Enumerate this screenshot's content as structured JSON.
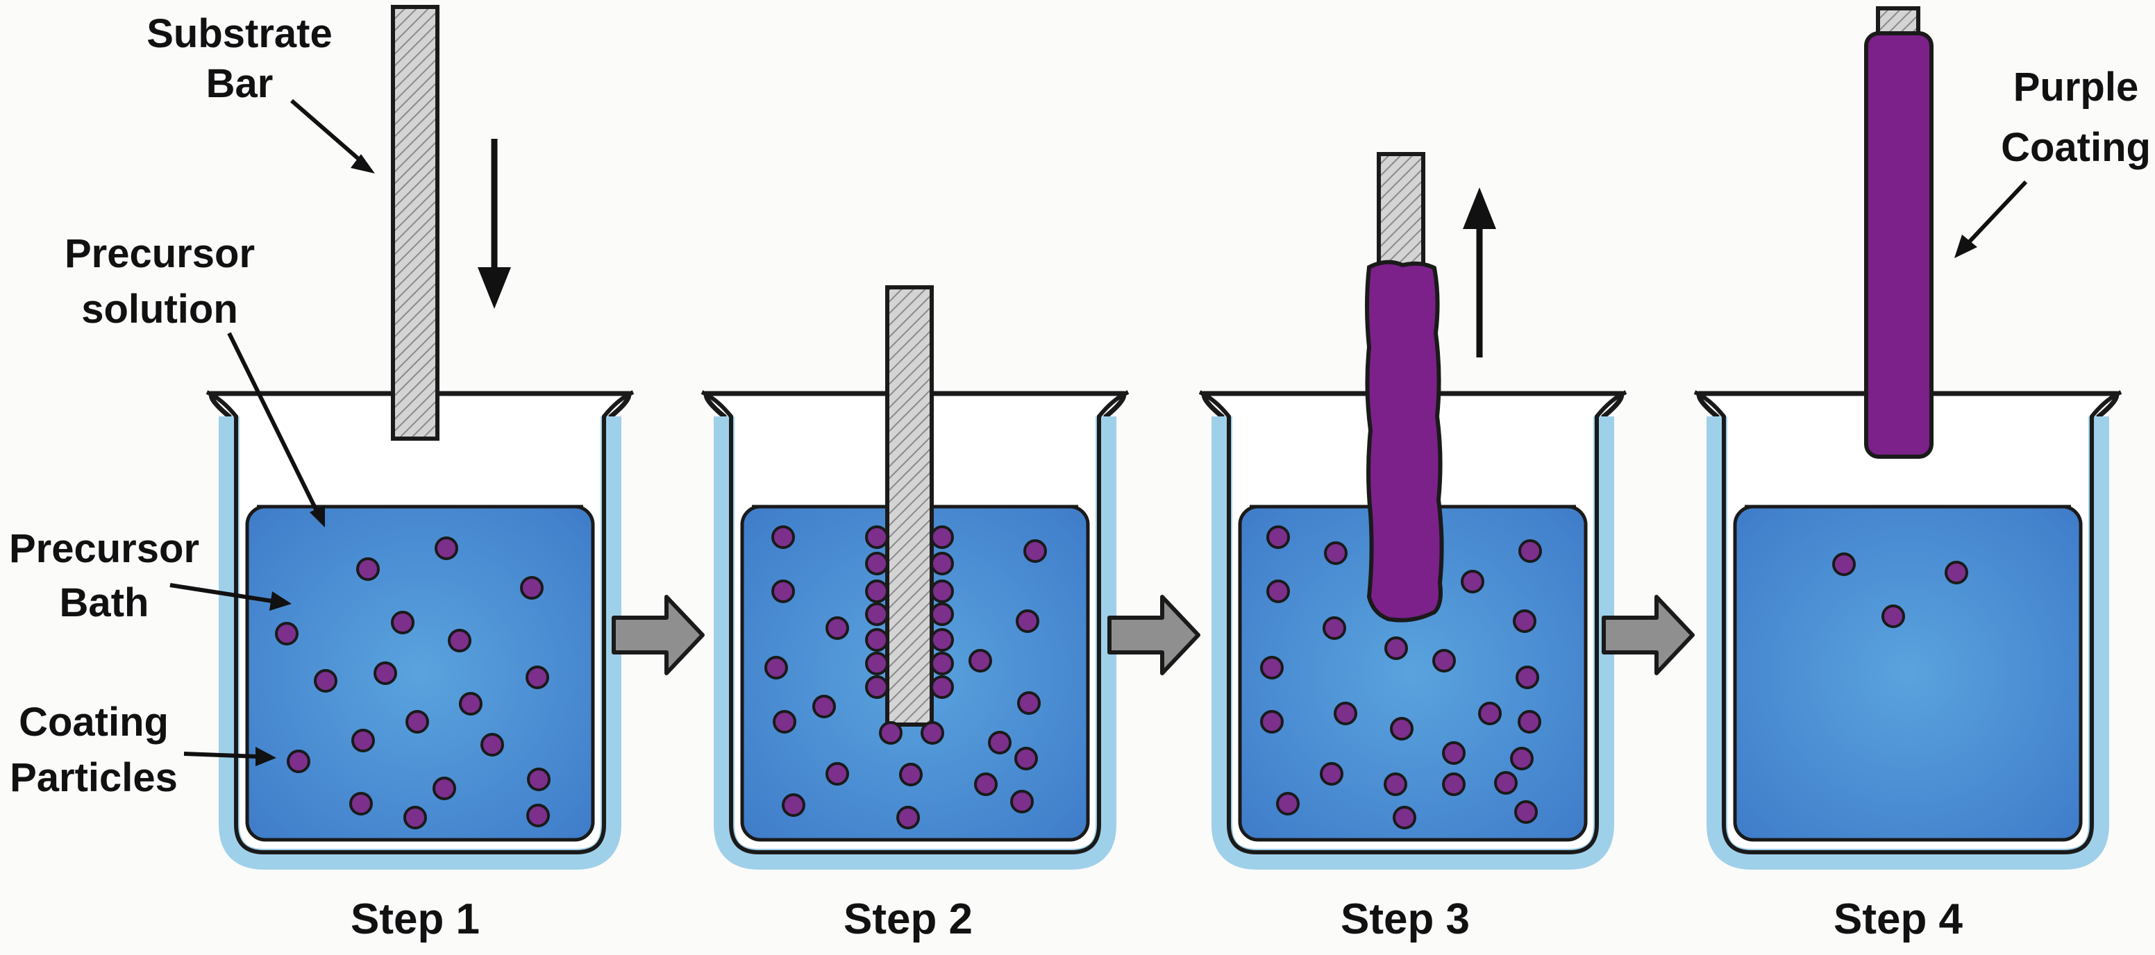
{
  "colors": {
    "background": "#fbfbfa",
    "liquid": "#3f7cc9",
    "liquid_highlight": "#5aa3de",
    "beaker_glass": "#9fd0ea",
    "outline": "#1a1a1a",
    "particle": "#7d2f8c",
    "coating": "#7b2189",
    "substrate": "#cfcfcf",
    "step_arrow": "#8f8f8f"
  },
  "icons": {
    "beaker": "beaker-icon",
    "substrate": "hatched-bar-icon",
    "particle": "purple-dot-icon",
    "motion_arrow": "black-arrow-icon",
    "step_arrow": "grey-block-arrow-icon"
  },
  "steps": [
    {
      "label": "Step 1"
    },
    {
      "label": "Step 2"
    },
    {
      "label": "Step 3"
    },
    {
      "label": "Step 4"
    }
  ],
  "callouts": {
    "substrate_bar": [
      "Substrate",
      "Bar"
    ],
    "precursor_solution": [
      "Precursor",
      "solution"
    ],
    "precursor_bath": [
      "Precursor",
      "Bath"
    ],
    "coating_particles": [
      "Coating",
      "Particles"
    ],
    "purple_coating": [
      "Purple",
      "Coating"
    ]
  }
}
